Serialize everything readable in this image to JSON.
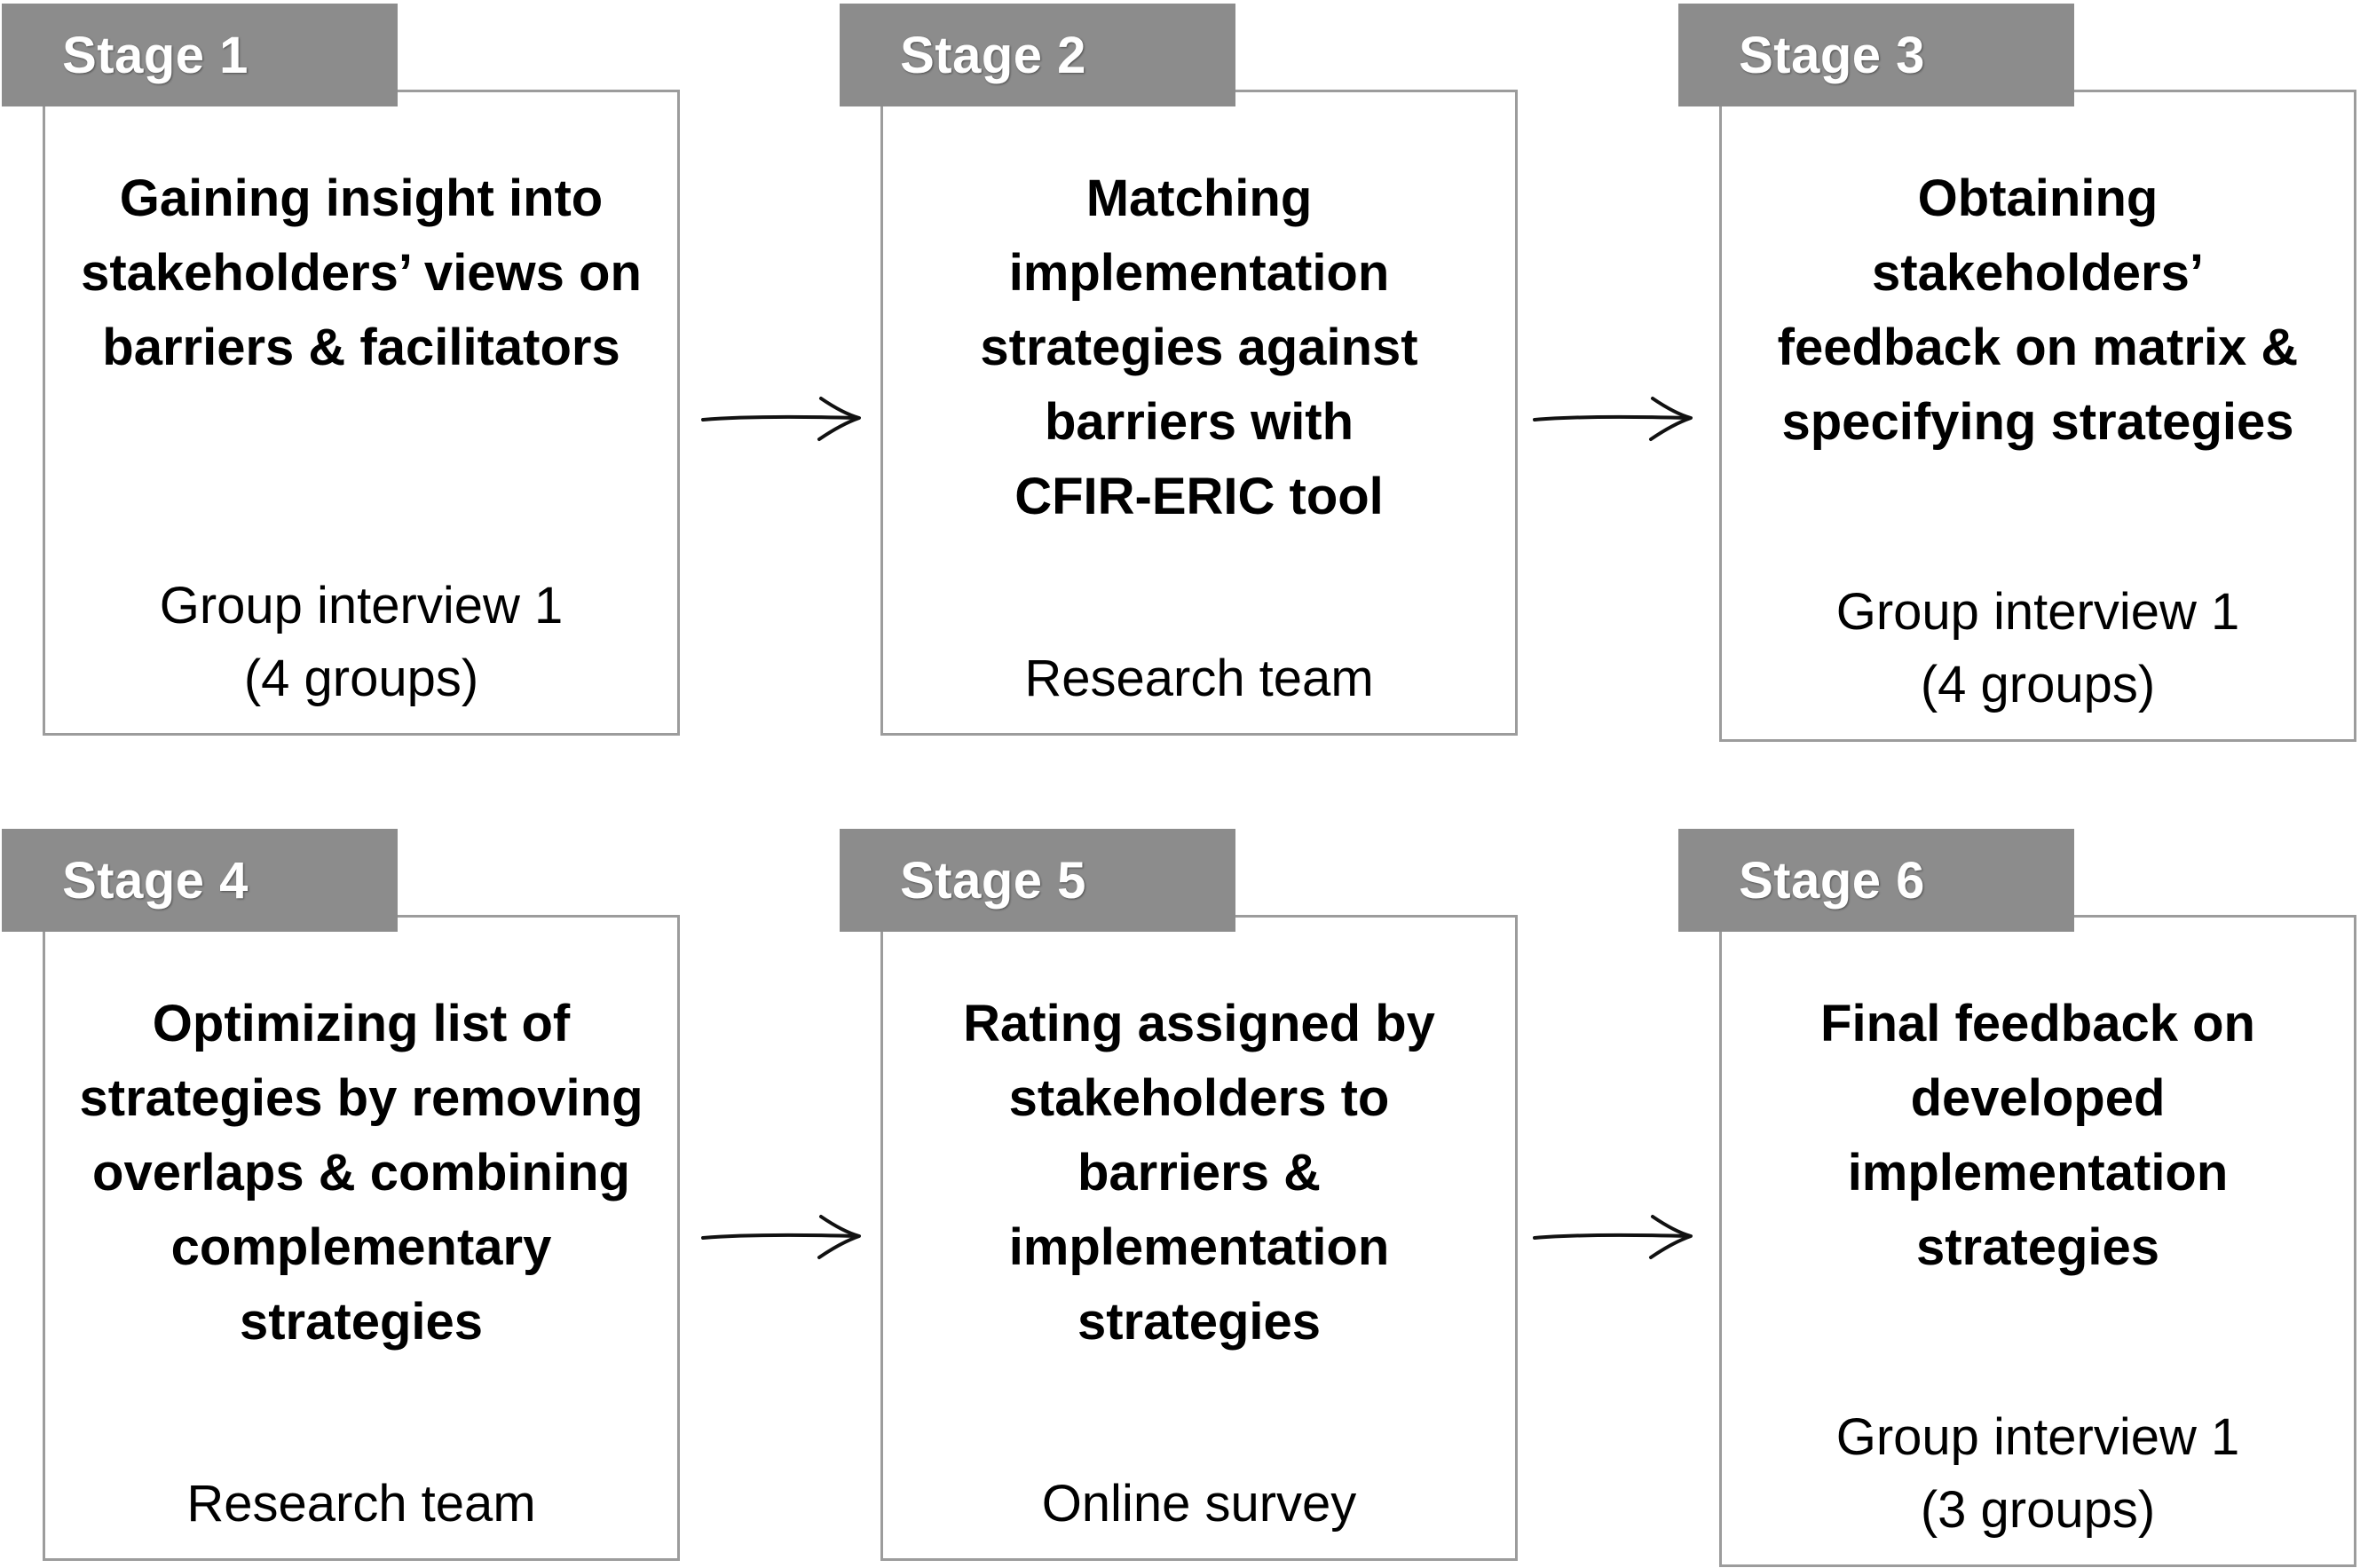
{
  "stages": [
    {
      "tab": "Stage 1",
      "title": [
        "Gaining insight into",
        "stakeholders’ views on",
        "barriers & facilitators"
      ],
      "who": [
        "Group interview 1",
        "(4 groups)"
      ]
    },
    {
      "tab": "Stage 2",
      "title": [
        "Matching",
        "implementation",
        "strategies against",
        "barriers with",
        "CFIR-ERIC tool"
      ],
      "who": [
        "Research team"
      ]
    },
    {
      "tab": "Stage 3",
      "title": [
        "Obtaining",
        "stakeholders’",
        "feedback on matrix &",
        "specifying strategies"
      ],
      "who": [
        "Group interview 1",
        "(4 groups)"
      ]
    },
    {
      "tab": "Stage 4",
      "title": [
        "Optimizing list of",
        "strategies by removing",
        "overlaps & combining",
        "complementary",
        "strategies"
      ],
      "who": [
        "Research team"
      ]
    },
    {
      "tab": "Stage 5",
      "title": [
        "Rating assigned by",
        "stakeholders to",
        "barriers &",
        "implementation",
        "strategies"
      ],
      "who": [
        "Online survey"
      ]
    },
    {
      "tab": "Stage 6",
      "title": [
        "Final feedback on",
        "developed",
        "implementation",
        "strategies"
      ],
      "who": [
        "Group interview 1",
        "(3 groups)"
      ]
    }
  ]
}
